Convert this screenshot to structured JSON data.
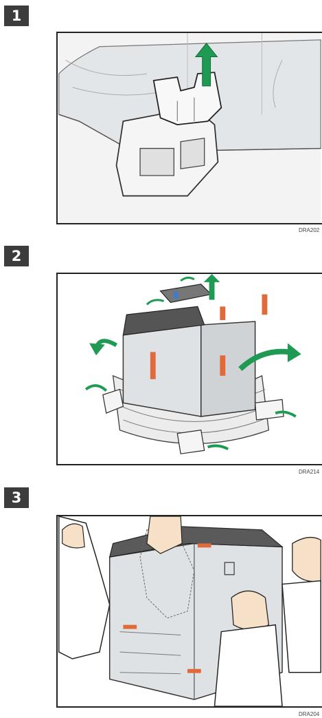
{
  "steps": [
    {
      "number": "1",
      "code": "DRA202"
    },
    {
      "number": "2",
      "code": "DRA214"
    },
    {
      "number": "3",
      "code": "DRA204"
    }
  ],
  "colors": {
    "badge": "#3c3c3c",
    "arrow_green": "#1f9a52",
    "tape_orange": "#e06a3a",
    "machine_gray": "#dfe2e4",
    "skin": "#f6e1c8"
  }
}
